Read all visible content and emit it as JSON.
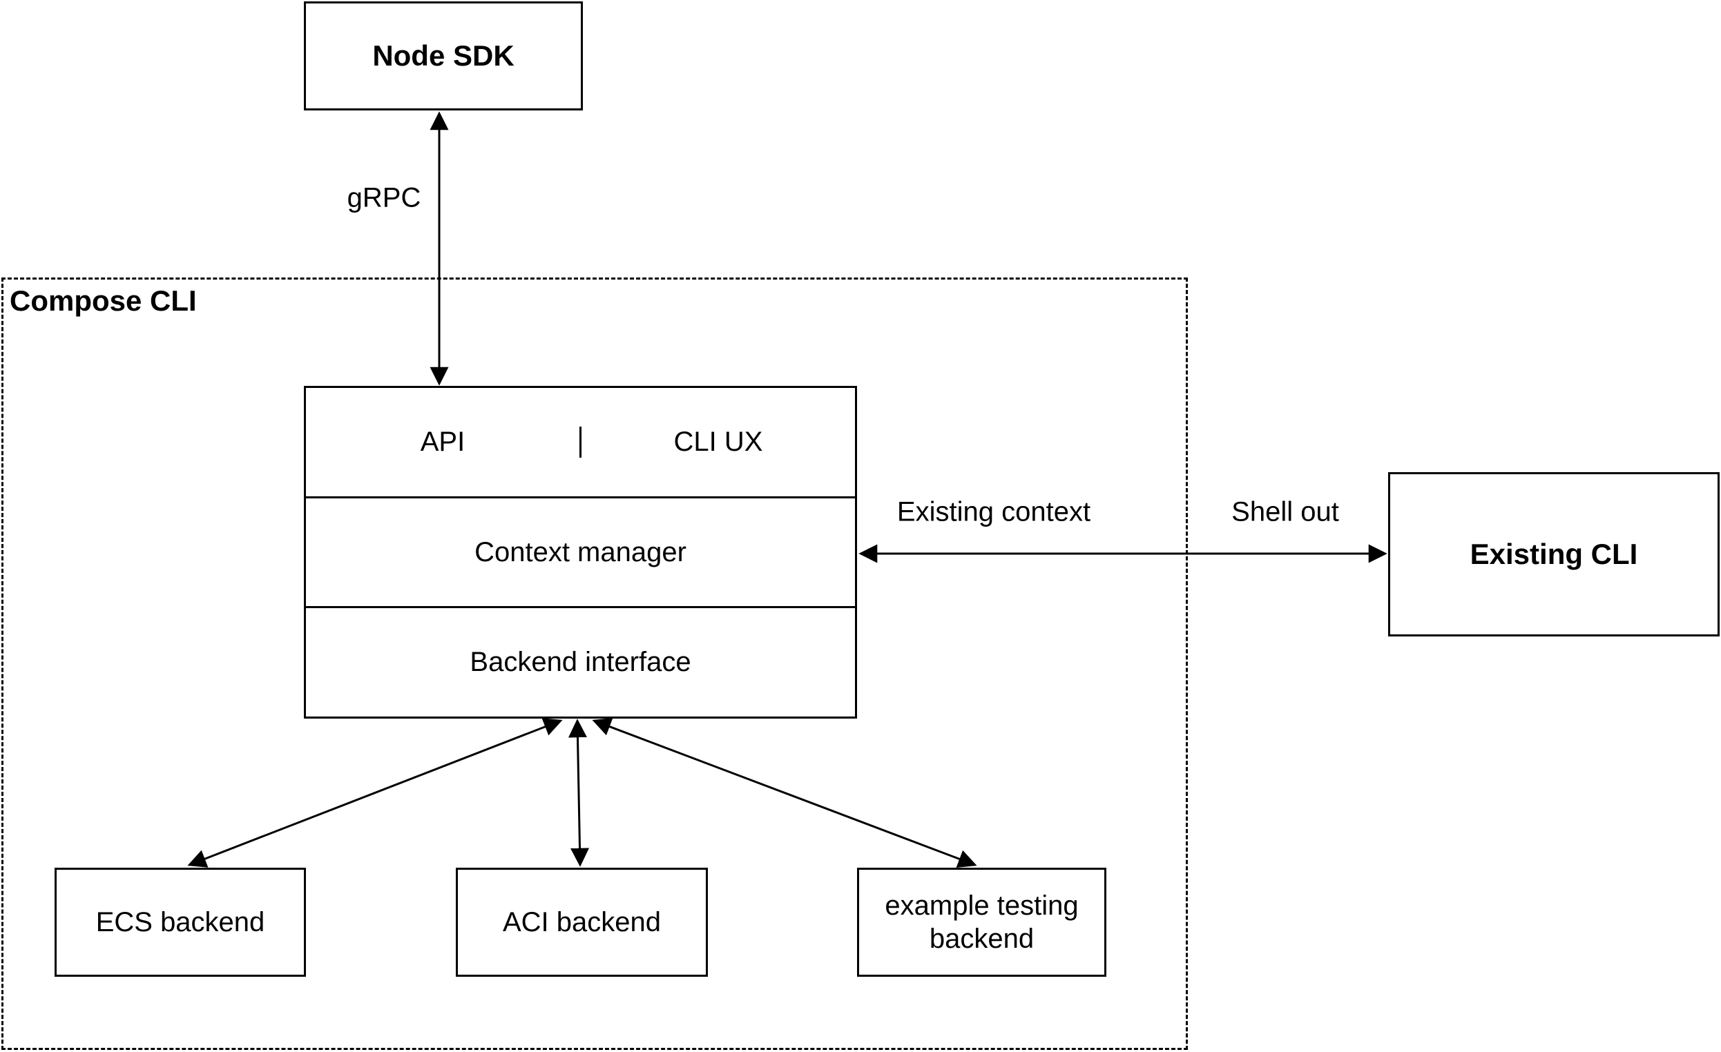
{
  "diagram": {
    "nodes": {
      "node_sdk": {
        "label": "Node SDK"
      },
      "compose_cli": {
        "label": "Compose CLI"
      },
      "api": {
        "label": "API"
      },
      "cli_ux": {
        "label": "CLI UX"
      },
      "context_manager": {
        "label": "Context manager"
      },
      "backend_interface": {
        "label": "Backend interface"
      },
      "existing_cli": {
        "label": "Existing CLI"
      },
      "ecs_backend": {
        "label": "ECS backend"
      },
      "aci_backend": {
        "label": "ACI backend"
      },
      "example_testing_backend": {
        "label": "example testing backend"
      }
    },
    "edges": {
      "grpc": {
        "label": "gRPC",
        "style": "double-arrow"
      },
      "existing_context": {
        "label": "Existing context",
        "style": "double-arrow"
      },
      "shell_out": {
        "label": "Shell out",
        "style": "double-arrow"
      },
      "backend_links": {
        "style": "double-arrow",
        "count": 3
      }
    },
    "colors": {
      "stroke": "#000000",
      "background": "#ffffff",
      "text": "#000000"
    }
  }
}
